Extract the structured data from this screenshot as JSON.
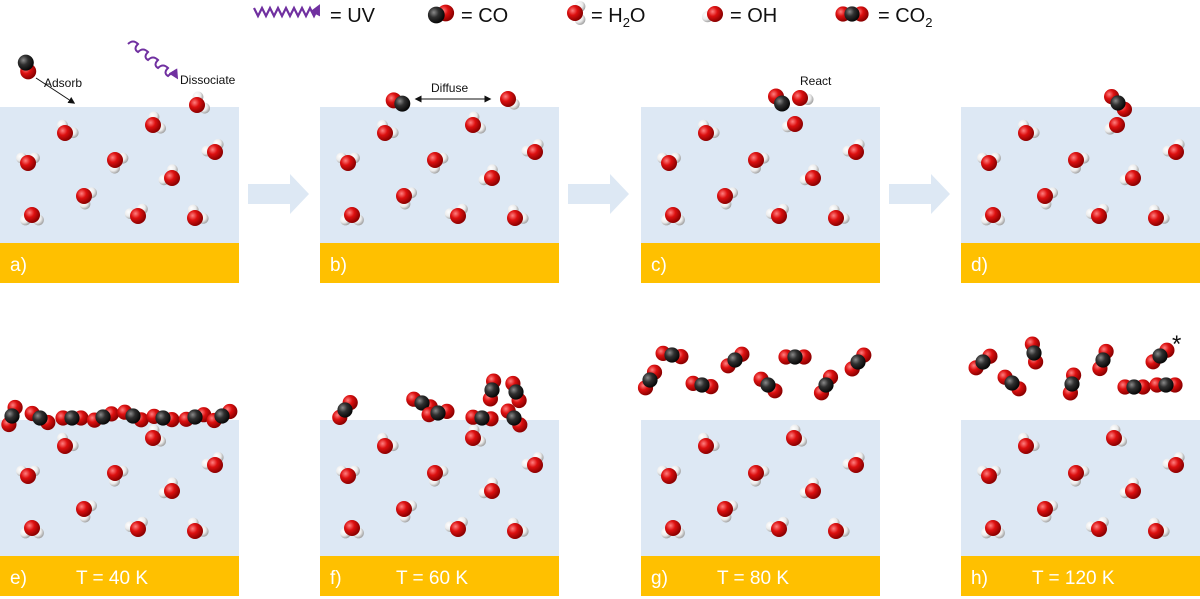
{
  "legend": {
    "uv": "= UV",
    "co": "= CO",
    "h2o_main": "= H",
    "h2o_sub": "2",
    "h2o_tail": "O",
    "oh": "= OH",
    "co2_main": "= CO",
    "co2_sub": "2"
  },
  "annotations": {
    "adsorb": "Adsorb",
    "dissociate": "Dissociate",
    "diffuse": "Diffuse",
    "react": "React",
    "asterisk": "*"
  },
  "panels": [
    {
      "letter": "a)",
      "temp": ""
    },
    {
      "letter": "b)",
      "temp": ""
    },
    {
      "letter": "c)",
      "temp": ""
    },
    {
      "letter": "d)",
      "temp": ""
    },
    {
      "letter": "e)",
      "temp": "T = 40 K"
    },
    {
      "letter": "f)",
      "temp": "T = 60 K"
    },
    {
      "letter": "g)",
      "temp": "T = 80 K"
    },
    {
      "letter": "h)",
      "temp": "T = 120 K"
    }
  ],
  "colors": {
    "ice": "#dde8f4",
    "substrate": "#ffc000",
    "oxygen": "#d40b0b",
    "carbon": "#262626",
    "hydrogen": "#e6e6e6",
    "uv": "#7030a0",
    "arrow": "#dde8f4"
  }
}
